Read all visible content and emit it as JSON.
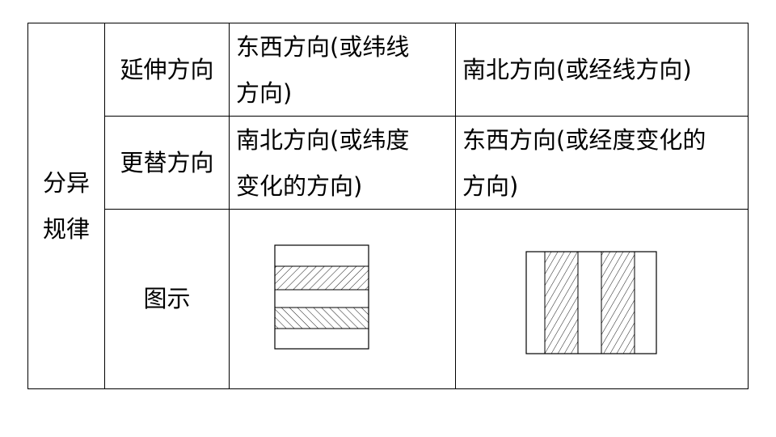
{
  "table": {
    "group_label": "分异\n规律",
    "rows": [
      {
        "label": "延伸方向",
        "left": "东西方向(或纬线\n方向)",
        "right": "南北方向(或经线方向)"
      },
      {
        "label": "更替方向",
        "left": "南北方向(或纬度\n变化的方向)",
        "right": "东西方向(或经度变化的\n方向)"
      },
      {
        "label": "图示",
        "left_diagram": "horizontal-bands-diagram",
        "right_diagram": "vertical-bands-diagram"
      }
    ]
  }
}
